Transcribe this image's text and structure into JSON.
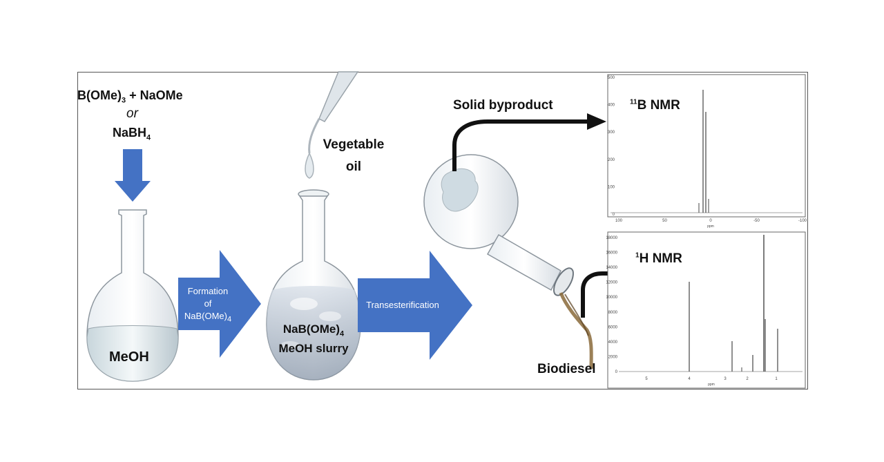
{
  "reagents": {
    "line1": "B(OMe)",
    "line1_sub": "3",
    "line1_rest": " + NaOMe",
    "line2": "or",
    "line3": "NaBH",
    "line3_sub": "4"
  },
  "flask1": {
    "label": "MeOH"
  },
  "arrow1": {
    "line1": "Formation",
    "line2": "of",
    "line3": "NaB(OMe)",
    "line3_sub": "4"
  },
  "flask2": {
    "line1": "NaB(OMe)",
    "line1_sub": "4",
    "line2": "MeOH slurry"
  },
  "pipette": {
    "line1": "Vegetable",
    "line2": "oil"
  },
  "arrow2": {
    "label": "Transesterification"
  },
  "flask3": {
    "byproduct": "Solid byproduct",
    "product": "Biodiesel"
  },
  "nmr_b": {
    "title_sup": "11",
    "title": "B NMR",
    "y_ticks": [
      "500",
      "400",
      "300",
      "200",
      "100",
      "0"
    ],
    "x_ticks": [
      "100",
      "50",
      "0",
      "-50",
      "-100"
    ],
    "x_unit": "ppm"
  },
  "nmr_h": {
    "title_sup": "1",
    "title": "H NMR",
    "y_ticks": [
      "18000",
      "16000",
      "14000",
      "12000",
      "10000",
      "8000",
      "6000",
      "4000",
      "2000",
      "0"
    ],
    "x_ticks": [
      "5",
      "4",
      "3",
      "2",
      "1"
    ],
    "x_unit": "ppm"
  },
  "colors": {
    "arrow_blue": "#4472c4",
    "frame": "#555555",
    "black_arrow": "#111111"
  }
}
